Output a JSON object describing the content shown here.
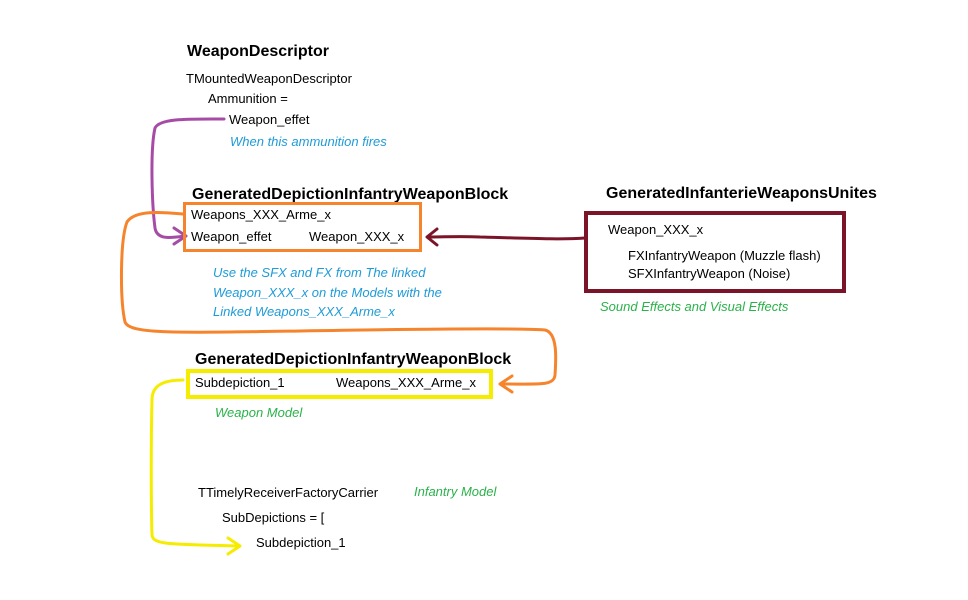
{
  "weapon_descriptor": {
    "title": "WeaponDescriptor",
    "class_name": "TMountedWeaponDescriptor",
    "ammunition_label": "Ammunition =",
    "weapon_effet": "Weapon_effet",
    "note": "When this ammunition fires"
  },
  "depiction_block_1": {
    "title": "GeneratedDepictionInfantryWeaponBlock",
    "row1": "Weapons_XXX_Arme_x",
    "row2_left": "Weapon_effet",
    "row2_right": "Weapon_XXX_x",
    "note_lines": [
      "Use the SFX and FX from The linked",
      "Weapon_XXX_x on the Models with the",
      "Linked Weapons_XXX_Arme_x"
    ]
  },
  "weapons_unites": {
    "title": "GeneratedInfanterieWeaponsUnites",
    "weapon": "Weapon_XXX_x",
    "fx": "FXInfantryWeapon (Muzzle flash)",
    "sfx": "SFXInfantryWeapon  (Noise)",
    "note": "Sound Effects and Visual Effects"
  },
  "depiction_block_2": {
    "title": "GeneratedDepictionInfantryWeaponBlock",
    "left": "Subdepiction_1",
    "right": "Weapons_XXX_Arme_x",
    "note": "Weapon Model"
  },
  "infantry": {
    "class_name": "TTimelyReceiverFactoryCarrier",
    "note": "Infantry Model",
    "subdepictions_label": "SubDepictions = [",
    "subdepiction": "Subdepiction_1"
  },
  "colors": {
    "purple": "#a64ca6",
    "orange": "#f5842c",
    "maroon": "#7b1428",
    "yellow": "#f5ec00",
    "note_blue": "#1e9bd7",
    "note_green": "#2ab24a"
  }
}
